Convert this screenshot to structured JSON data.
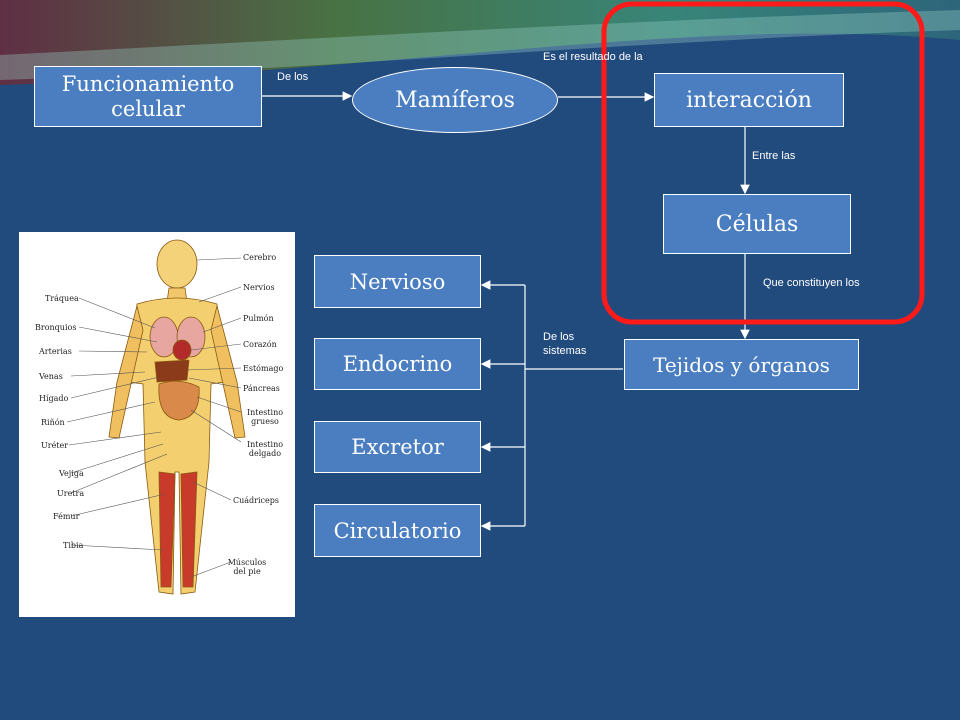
{
  "nodes": {
    "funcionamiento": "Funcionamiento celular",
    "mamiferos": "Mamíferos",
    "interaccion": "interacción",
    "celulas": "Células",
    "tejidos": "Tejidos y órganos",
    "nervioso": "Nervioso",
    "endocrino": "Endocrino",
    "excretor": "Excretor",
    "circulatorio": "Circulatorio"
  },
  "edges": {
    "de_los": "De los",
    "es_resultado": "Es el resultado de la",
    "entre_las": "Entre las",
    "que_constituyen": "Que constituyen los",
    "de_los_sistemas": "De los sistemas"
  },
  "figure_labels": {
    "right": [
      "Cerebro",
      "Nervios",
      "Pulmón",
      "Corazón",
      "Estómago",
      "Páncreas",
      "Intestino grueso",
      "Intestino delgado",
      "Cuádriceps",
      "Músculos del pie"
    ],
    "left": [
      "Tráquea",
      "Bronquios",
      "Arterias",
      "Venas",
      "Hígado",
      "Riñón",
      "Uréter",
      "Vejiga",
      "Uretra",
      "Fémur",
      "Tibia"
    ]
  },
  "colors": {
    "background": "#214a7d",
    "box_fill": "#4a7ec1",
    "highlight": "#ff1a1a"
  }
}
